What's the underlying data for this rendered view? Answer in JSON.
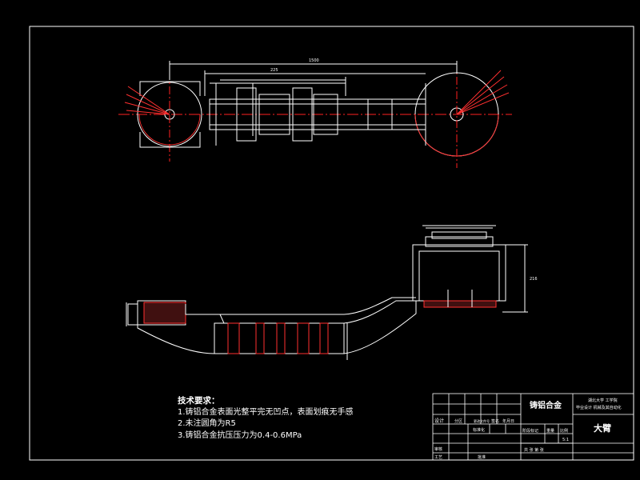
{
  "drawing": {
    "material": "铸铝合金",
    "part_name": "大臂",
    "scale": "5:1",
    "school_line1": "湖北大学 工学院",
    "school_line2": "毕业设计 机械及其自动化",
    "dimension_labels": {
      "overall_length": "1500",
      "inner_length": "225",
      "height_right": "216"
    }
  },
  "title_block": {
    "design": "设计",
    "standard": "标准化",
    "zone": "分区",
    "doc_no": "更改文件号",
    "sign": "签名",
    "date": "年月日",
    "check": "审核",
    "process": "工艺",
    "approve": "批准",
    "stage_mark": "阶段标记",
    "weight": "重量",
    "ratio": "比例",
    "sheets": "共 张 第 张"
  },
  "technical_requirements": {
    "heading": "技术要求：",
    "items": [
      "1.铸铝合金表面光整平完无凹点，表面划痕无手感",
      "2.未注圆角为R5",
      "3.铸铝合金抗压压力为0.4-0.6MPa"
    ]
  },
  "colors": {
    "outline": "#ffffff",
    "centerline": "#ff2020",
    "dimension": "#ffffff",
    "hatch": "#ff3030",
    "background": "#000000"
  }
}
